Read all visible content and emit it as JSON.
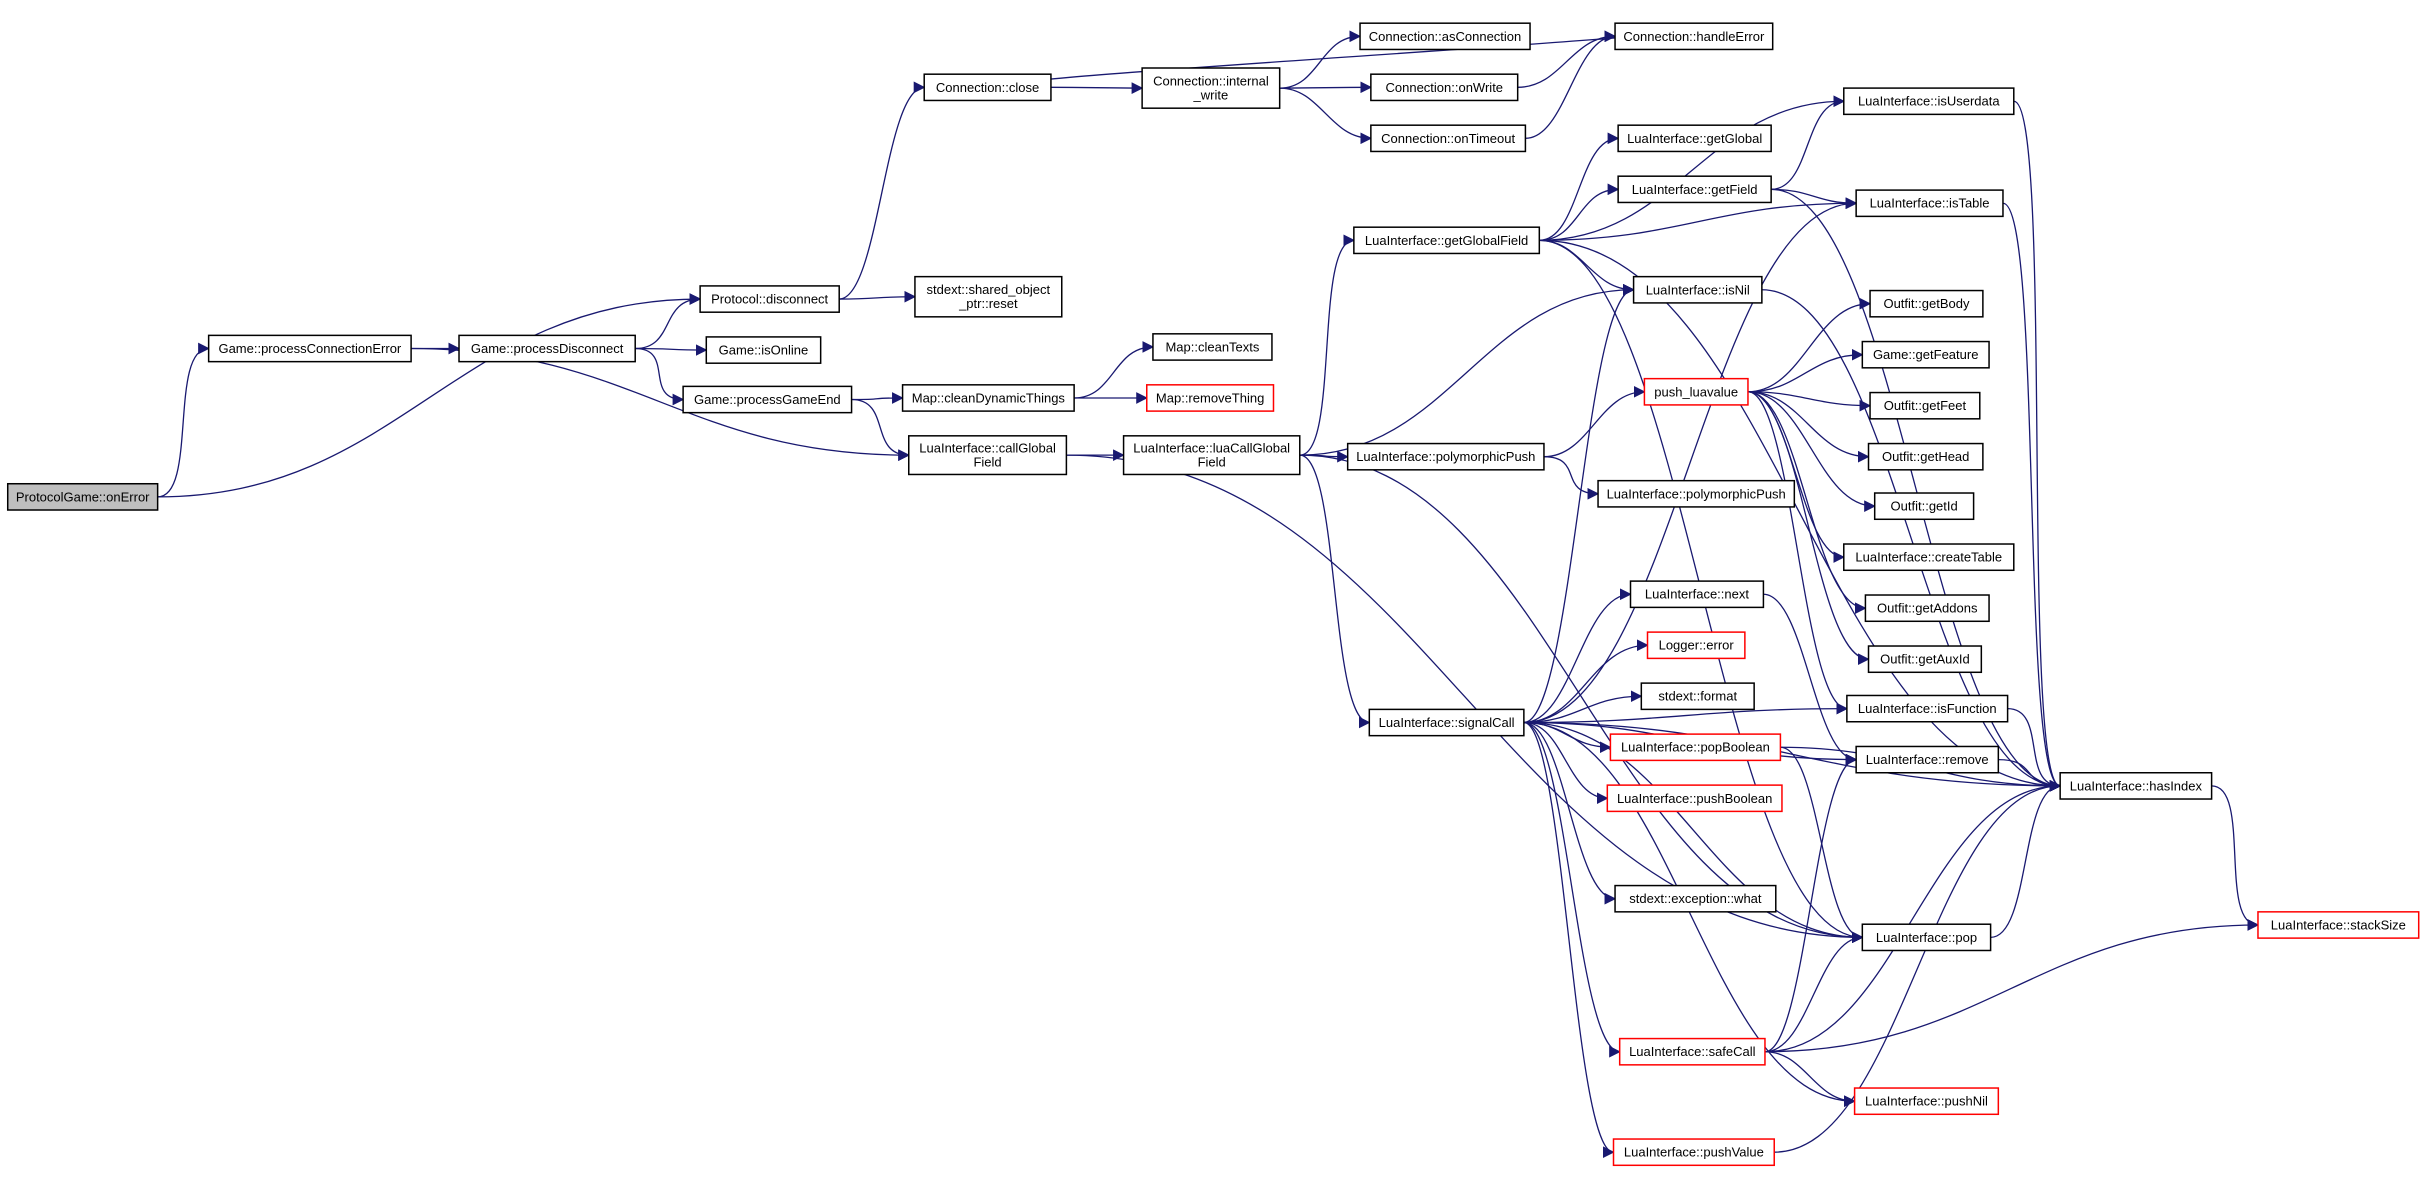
{
  "diagram": {
    "edge_color": "#191970",
    "root_fill": "#bfbfbf",
    "red_border": "#ff0000",
    "nodes": [
      {
        "id": "root",
        "lines": [
          "ProtocolGame::onError"
        ],
        "style": "root"
      },
      {
        "id": "gpce",
        "lines": [
          "Game::processConnectionError"
        ]
      },
      {
        "id": "pdisc",
        "lines": [
          "Protocol::disconnect"
        ]
      },
      {
        "id": "gpd",
        "lines": [
          "Game::processDisconnect"
        ]
      },
      {
        "id": "lcgf",
        "lines": [
          "LuaInterface::callGlobal",
          "Field"
        ]
      },
      {
        "id": "cclose",
        "lines": [
          "Connection::close"
        ]
      },
      {
        "id": "sreset",
        "lines": [
          "stdext::shared_object",
          "_ptr::reset"
        ]
      },
      {
        "id": "cint",
        "lines": [
          "Connection::internal",
          "_write"
        ]
      },
      {
        "id": "casc",
        "lines": [
          "Connection::asConnection"
        ]
      },
      {
        "id": "conw",
        "lines": [
          "Connection::onWrite"
        ]
      },
      {
        "id": "cont",
        "lines": [
          "Connection::onTimeout"
        ]
      },
      {
        "id": "che",
        "lines": [
          "Connection::handleError"
        ]
      },
      {
        "id": "gio",
        "lines": [
          "Game::isOnline"
        ]
      },
      {
        "id": "gpge",
        "lines": [
          "Game::processGameEnd"
        ]
      },
      {
        "id": "mcdt",
        "lines": [
          "Map::cleanDynamicThings"
        ]
      },
      {
        "id": "mct",
        "lines": [
          "Map::cleanTexts"
        ]
      },
      {
        "id": "mrt",
        "lines": [
          "Map::removeThing"
        ],
        "style": "red"
      },
      {
        "id": "llcgf",
        "lines": [
          "LuaInterface::luaCallGlobal",
          "Field"
        ]
      },
      {
        "id": "lggf",
        "lines": [
          "LuaInterface::getGlobalField"
        ]
      },
      {
        "id": "lpp1",
        "lines": [
          "LuaInterface::polymorphicPush"
        ]
      },
      {
        "id": "lpp2",
        "lines": [
          "LuaInterface::polymorphicPush"
        ]
      },
      {
        "id": "lsc",
        "lines": [
          "LuaInterface::signalCall"
        ]
      },
      {
        "id": "lgg",
        "lines": [
          "LuaInterface::getGlobal"
        ]
      },
      {
        "id": "lgf",
        "lines": [
          "LuaInterface::getField"
        ]
      },
      {
        "id": "lin",
        "lines": [
          "LuaInterface::isNil"
        ]
      },
      {
        "id": "liu",
        "lines": [
          "LuaInterface::isUserdata"
        ]
      },
      {
        "id": "lit",
        "lines": [
          "LuaInterface::isTable"
        ]
      },
      {
        "id": "plv",
        "lines": [
          "push_luavalue"
        ],
        "style": "red"
      },
      {
        "id": "ogb",
        "lines": [
          "Outfit::getBody"
        ]
      },
      {
        "id": "ggf",
        "lines": [
          "Game::getFeature"
        ]
      },
      {
        "id": "ogf",
        "lines": [
          "Outfit::getFeet"
        ]
      },
      {
        "id": "ogh",
        "lines": [
          "Outfit::getHead"
        ]
      },
      {
        "id": "ogi",
        "lines": [
          "Outfit::getId"
        ]
      },
      {
        "id": "lct",
        "lines": [
          "LuaInterface::createTable"
        ]
      },
      {
        "id": "oga",
        "lines": [
          "Outfit::getAddons"
        ]
      },
      {
        "id": "ogai",
        "lines": [
          "Outfit::getAuxId"
        ]
      },
      {
        "id": "lif",
        "lines": [
          "LuaInterface::isFunction"
        ]
      },
      {
        "id": "lnext",
        "lines": [
          "LuaInterface::next"
        ]
      },
      {
        "id": "lerr",
        "lines": [
          "Logger::error"
        ],
        "style": "red"
      },
      {
        "id": "sfmt",
        "lines": [
          "stdext::format"
        ]
      },
      {
        "id": "lpopb",
        "lines": [
          "LuaInterface::popBoolean"
        ],
        "style": "red"
      },
      {
        "id": "lpushb",
        "lines": [
          "LuaInterface::pushBoolean"
        ],
        "style": "red"
      },
      {
        "id": "sew",
        "lines": [
          "stdext::exception::what"
        ]
      },
      {
        "id": "lrem",
        "lines": [
          "LuaInterface::remove"
        ]
      },
      {
        "id": "lhi",
        "lines": [
          "LuaInterface::hasIndex"
        ]
      },
      {
        "id": "lpop",
        "lines": [
          "LuaInterface::pop"
        ]
      },
      {
        "id": "lsafe",
        "lines": [
          "LuaInterface::safeCall"
        ],
        "style": "red"
      },
      {
        "id": "lpushn",
        "lines": [
          "LuaInterface::pushNil"
        ],
        "style": "red"
      },
      {
        "id": "lpushv",
        "lines": [
          "LuaInterface::pushValue"
        ],
        "style": "red"
      },
      {
        "id": "lss",
        "lines": [
          "LuaInterface::stackSize"
        ],
        "style": "red"
      }
    ]
  }
}
